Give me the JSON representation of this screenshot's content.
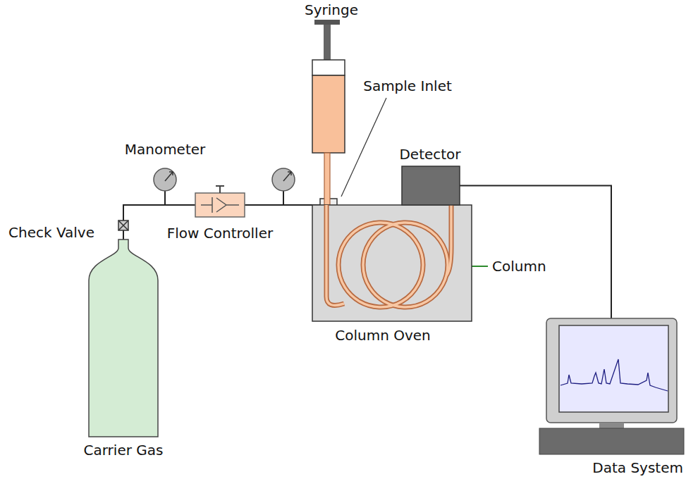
{
  "diagram": {
    "nodes": [
      {
        "text": [
          "Carrier Gas"
        ]
      },
      {
        "text": [
          "Flow Controller"
        ]
      },
      {
        "text": [
          "Syringe"
        ]
      },
      {
        "text": [
          "Column Oven"
        ]
      },
      {
        "text": [
          "Detector"
        ]
      },
      {
        "text": [
          "Data System"
        ]
      }
    ],
    "edges": [
      {
        "from": 0,
        "to": 1,
        "arrow": "none"
      },
      {
        "from": 1,
        "to": 3,
        "arrow": "none"
      },
      {
        "from": 4,
        "to": 5,
        "arrow": "none"
      }
    ],
    "labels": [
      "Manometer",
      "Check Valve",
      "Sample Inlet",
      "Column"
    ]
  }
}
